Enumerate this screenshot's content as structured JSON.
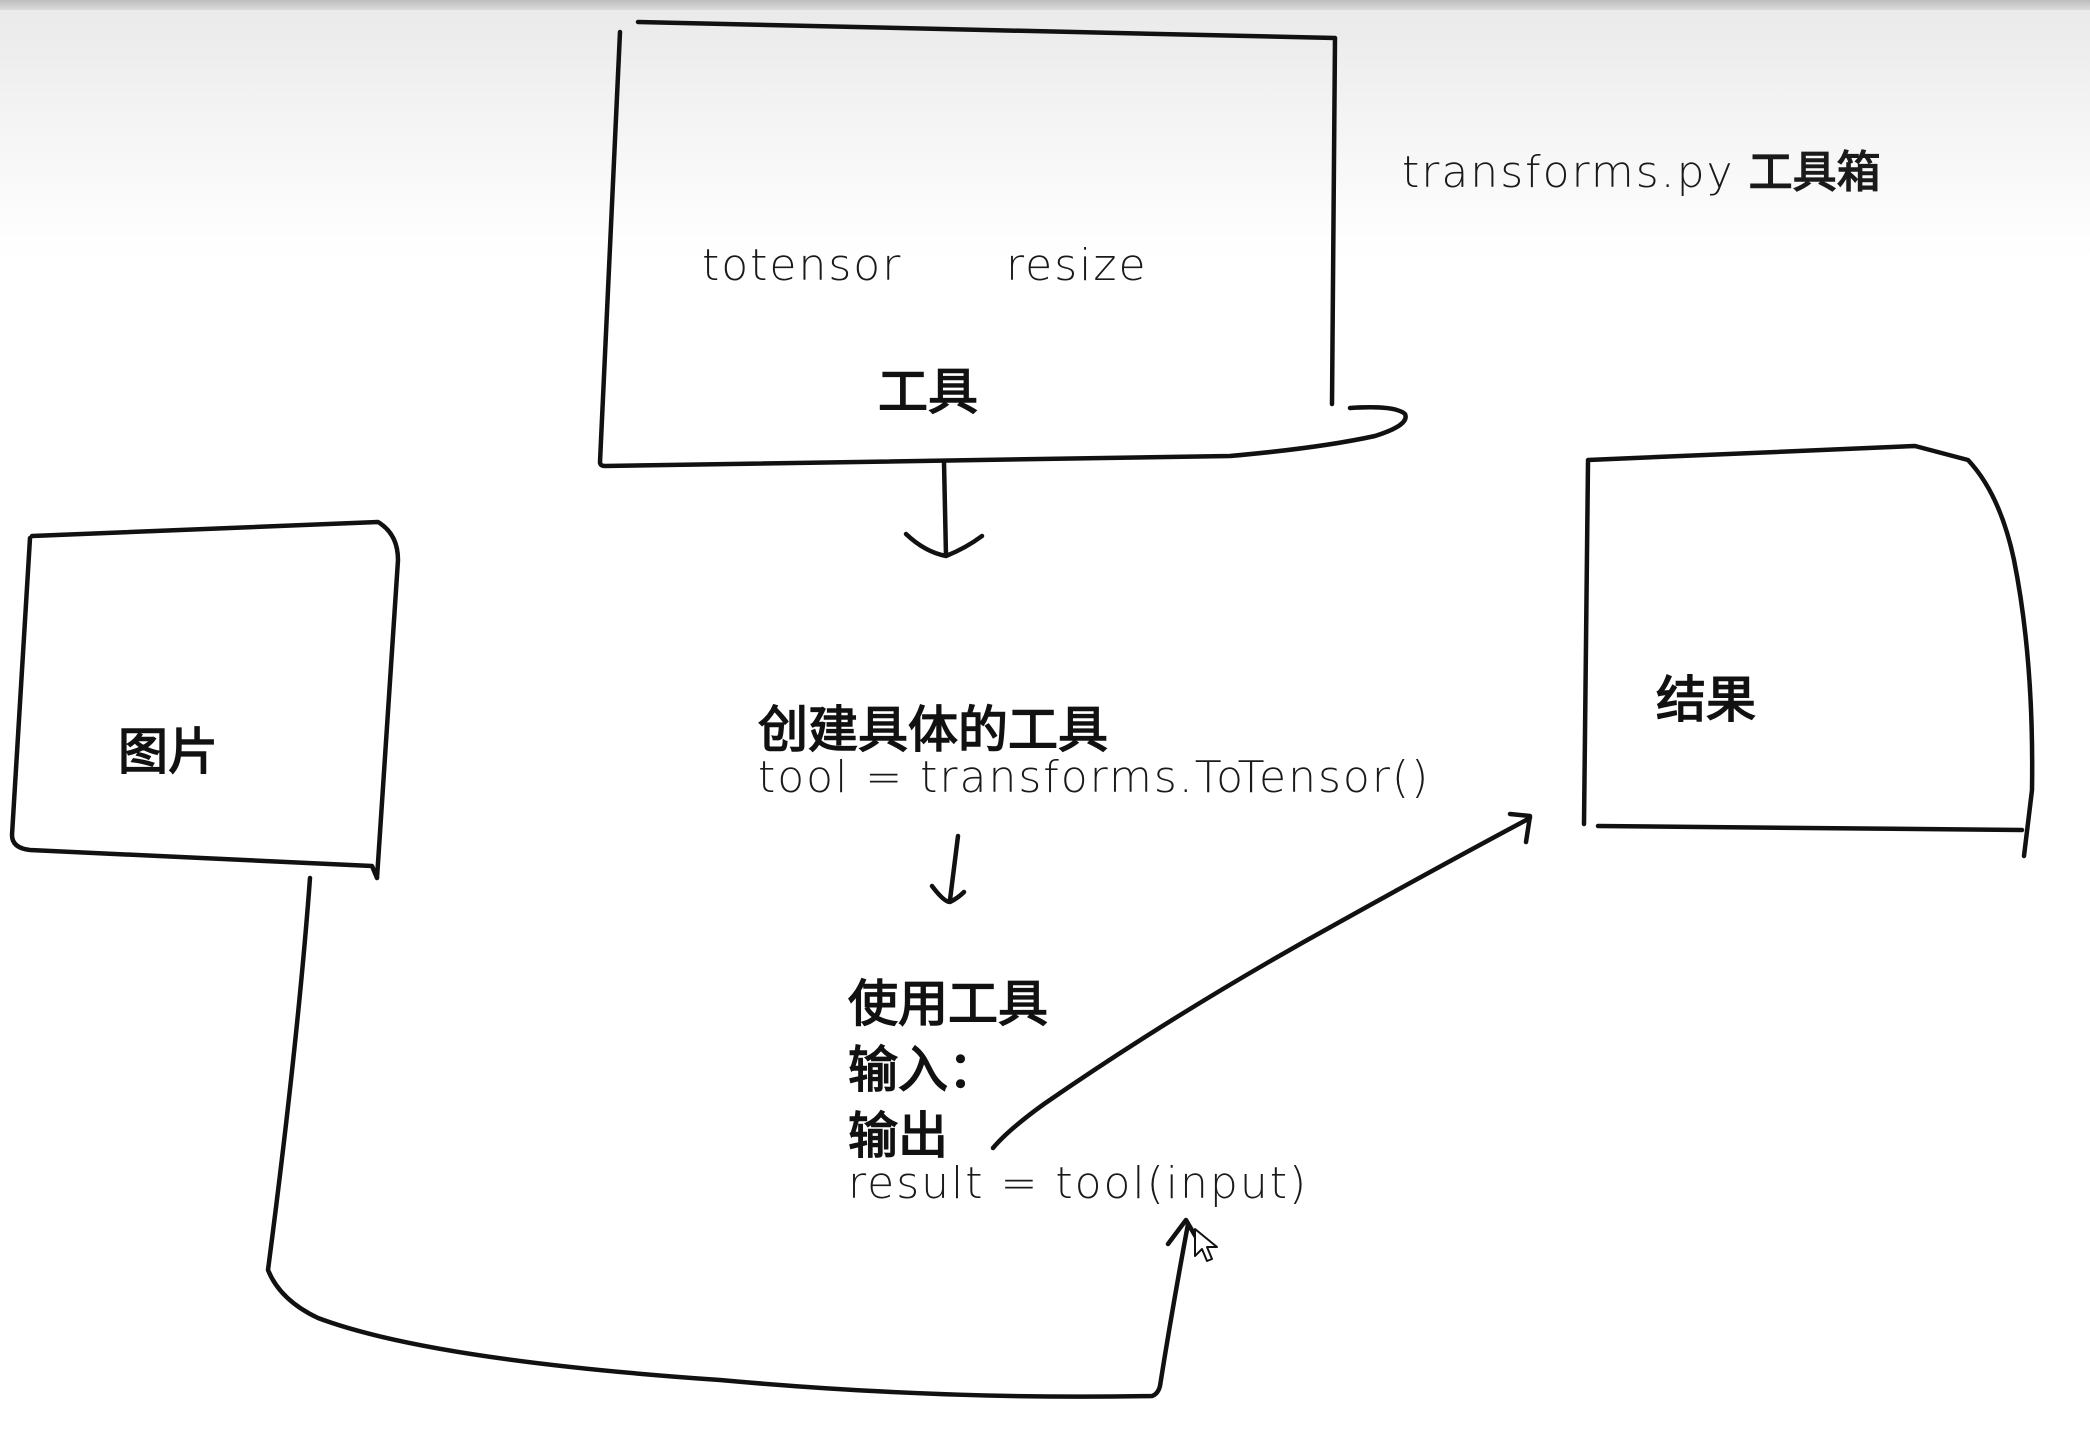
{
  "toolbox": {
    "title_code": "transforms.py",
    "title_label": "工具箱",
    "tool_1": "totensor",
    "tool_2": "resize",
    "box_label": "工具"
  },
  "image_box": {
    "label": "图片"
  },
  "result_box": {
    "label": "结果"
  },
  "create_step": {
    "heading": "创建具体的工具",
    "code": "tool = transforms.ToTensor()"
  },
  "use_step": {
    "heading": "使用工具",
    "input_label": "输入：",
    "output_label": "输出",
    "code": "result = tool(input)"
  }
}
